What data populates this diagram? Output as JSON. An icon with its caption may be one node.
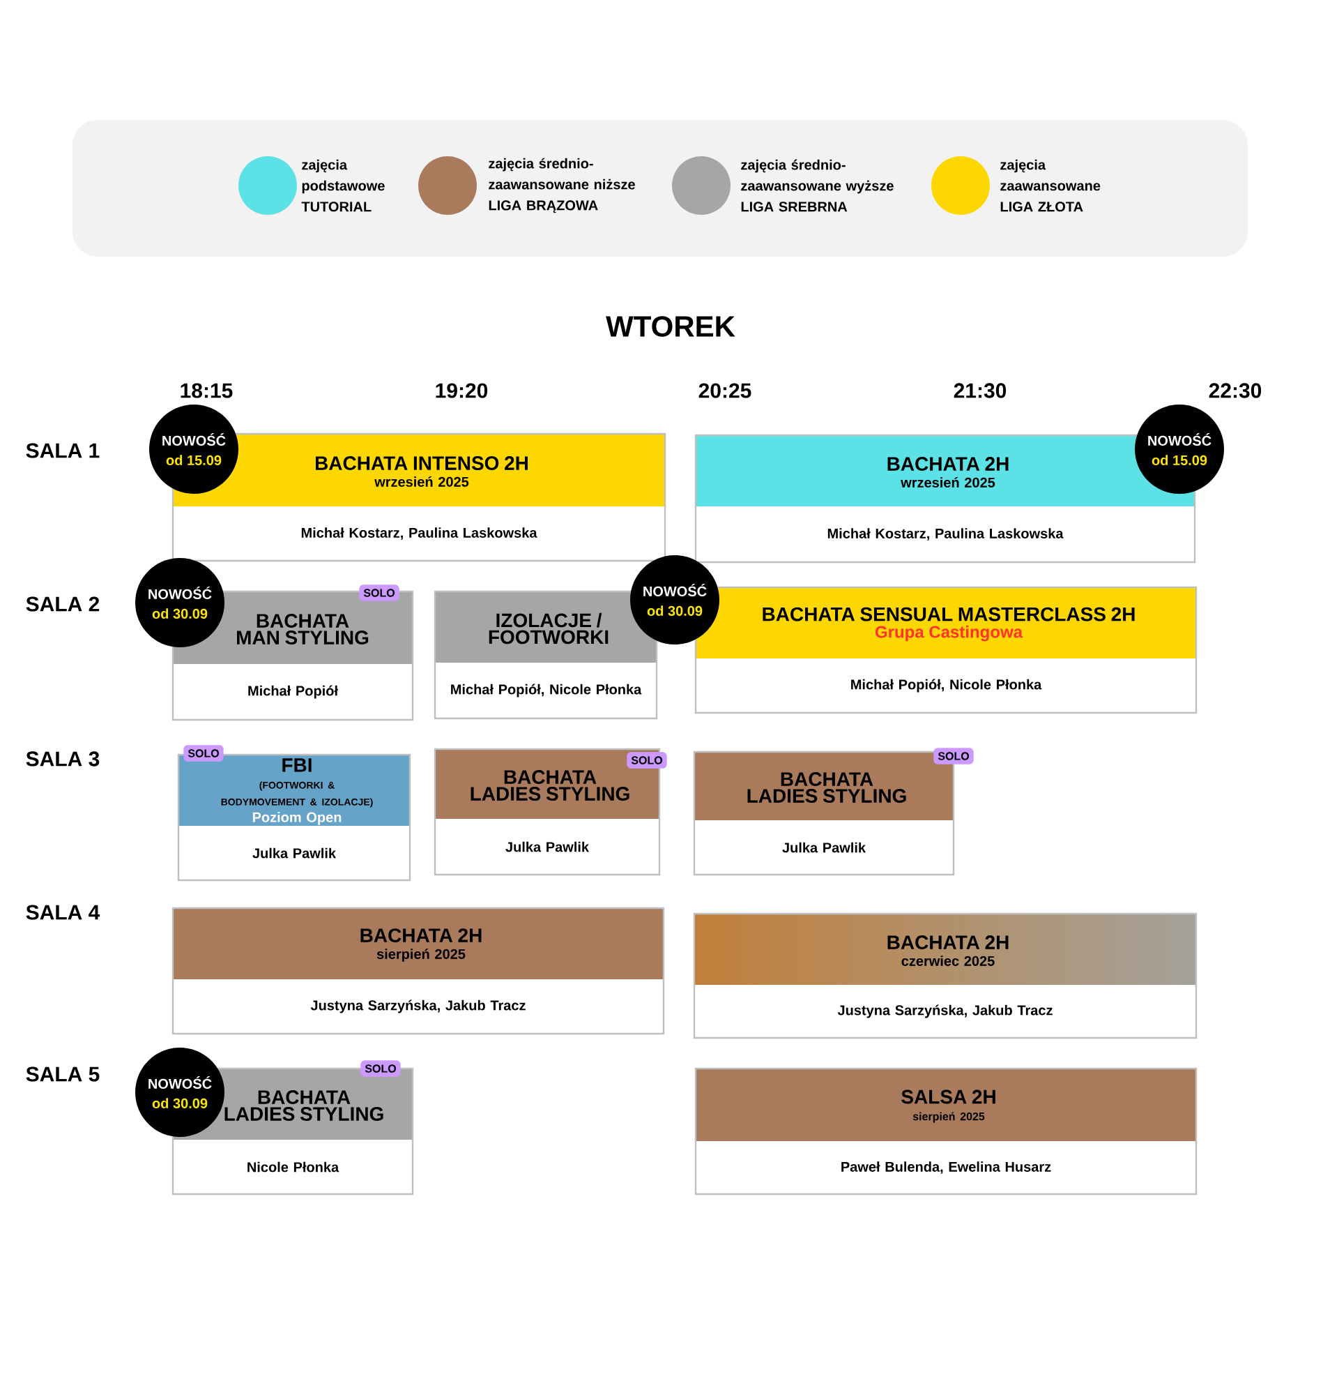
{
  "diagram": {
    "title": "WTOREK",
    "nodes": [
      {
        "text": [
          "NOWOŚĆ",
          "od 15.09"
        ]
      },
      {
        "text": [
          "BACHATA INTENSO 2H",
          "wrzesień 2025",
          "Michał Kostarz, Paulina Laskowska"
        ]
      },
      {
        "text": [
          "BACHATA 2H",
          "wrzesień 2025",
          "Michał Kostarz, Paulina Laskowska"
        ]
      },
      {
        "text": [
          "NOWOŚĆ",
          "od 15.09"
        ]
      },
      {
        "text": [
          "NOWOŚĆ",
          "od 30.09"
        ]
      },
      {
        "text": [
          "BACHATA MAN STYLING",
          "Michał Popiół"
        ]
      },
      {
        "text": [
          "SOLO"
        ]
      },
      {
        "text": [
          "IZOLACJE / FOOTWORKI",
          "Michał Popiół, Nicole Płonka"
        ]
      },
      {
        "text": [
          "NOWOŚĆ",
          "od 30.09"
        ]
      },
      {
        "text": [
          "BACHATA SENSUAL MASTERCLASS 2H",
          "Grupa Castingowa",
          "Michał Popiół, Nicole Płonka"
        ]
      },
      {
        "text": [
          "SOLO"
        ]
      },
      {
        "text": [
          "FBI",
          "(FOOTWORKI & BODYMOVEMENT & IZOLACJE)",
          "Poziom Open",
          "Julka Pawlik"
        ]
      },
      {
        "text": [
          "BACHATA LADIES STYLING",
          "Julka Pawlik"
        ]
      },
      {
        "text": [
          "SOLO"
        ]
      },
      {
        "text": [
          "BACHATA LADIES STYLING",
          "Julka Pawlik"
        ]
      },
      {
        "text": [
          "SOLO"
        ]
      },
      {
        "text": [
          "BACHATA 2H",
          "sierpień 2025",
          "Justyna Sarzyńska, Jakub Tracz"
        ]
      },
      {
        "text": [
          "BACHATA 2H",
          "czerwiec 2025",
          "Justyna Sarzyńska, Jakub Tracz"
        ]
      },
      {
        "text": [
          "NOWOŚĆ",
          "od 30.09"
        ]
      },
      {
        "text": [
          "BACHATA LADIES STYLING",
          "Nicole Płonka"
        ]
      },
      {
        "text": [
          "SOLO"
        ]
      },
      {
        "text": [
          "SALSA 2H",
          "sierpień 2025",
          "Paweł Bulenda, Ewelina Husarz"
        ]
      }
    ],
    "labels": [
      "18:15",
      "19:20",
      "20:25",
      "21:30",
      "22:30",
      "SALA 1",
      "SALA 2",
      "SALA 3",
      "SALA 4",
      "SALA 5"
    ],
    "legend": [
      {
        "text": "zajęcia podstawowe TUTORIAL",
        "color": "#5ce1e6"
      },
      {
        "text": "zajęcia średnio-zaawansowane niższe LIGA BRĄZOWA",
        "color": "#a97a5b"
      },
      {
        "text": "zajęcia średnio-zaawansowane wyższe LIGA SREBRNA",
        "color": "#a6a6a6"
      },
      {
        "text": "zajęcia zaawansowane LIGA ZŁOTA",
        "color": "#fed700"
      }
    ]
  }
}
